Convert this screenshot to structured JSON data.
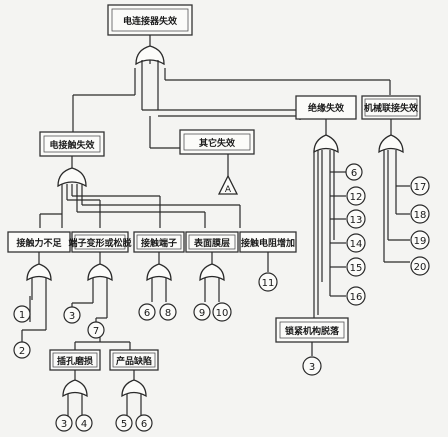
{
  "boxes": {
    "top": "电连接器失效",
    "contact": "电接触失效",
    "other": "其它失效",
    "insulation": "绝缘失效",
    "mechanical": "机械联接失效",
    "pressure": "接触力不足",
    "deformation": "端子变形或松脱",
    "terminal_conn": "接触端子",
    "film": "表面膜层",
    "resistance": "接触电阻增加",
    "fixture": "锁紧机构脱落",
    "wear": "插孔磨损",
    "prod_defect": "产品缺陷"
  },
  "transfer_symbol": "A",
  "events": [
    "1",
    "2",
    "3",
    "4",
    "5",
    "6",
    "7",
    "8",
    "9",
    "10",
    "11",
    "12",
    "13",
    "14",
    "15",
    "16",
    "17",
    "18",
    "19",
    "20"
  ]
}
